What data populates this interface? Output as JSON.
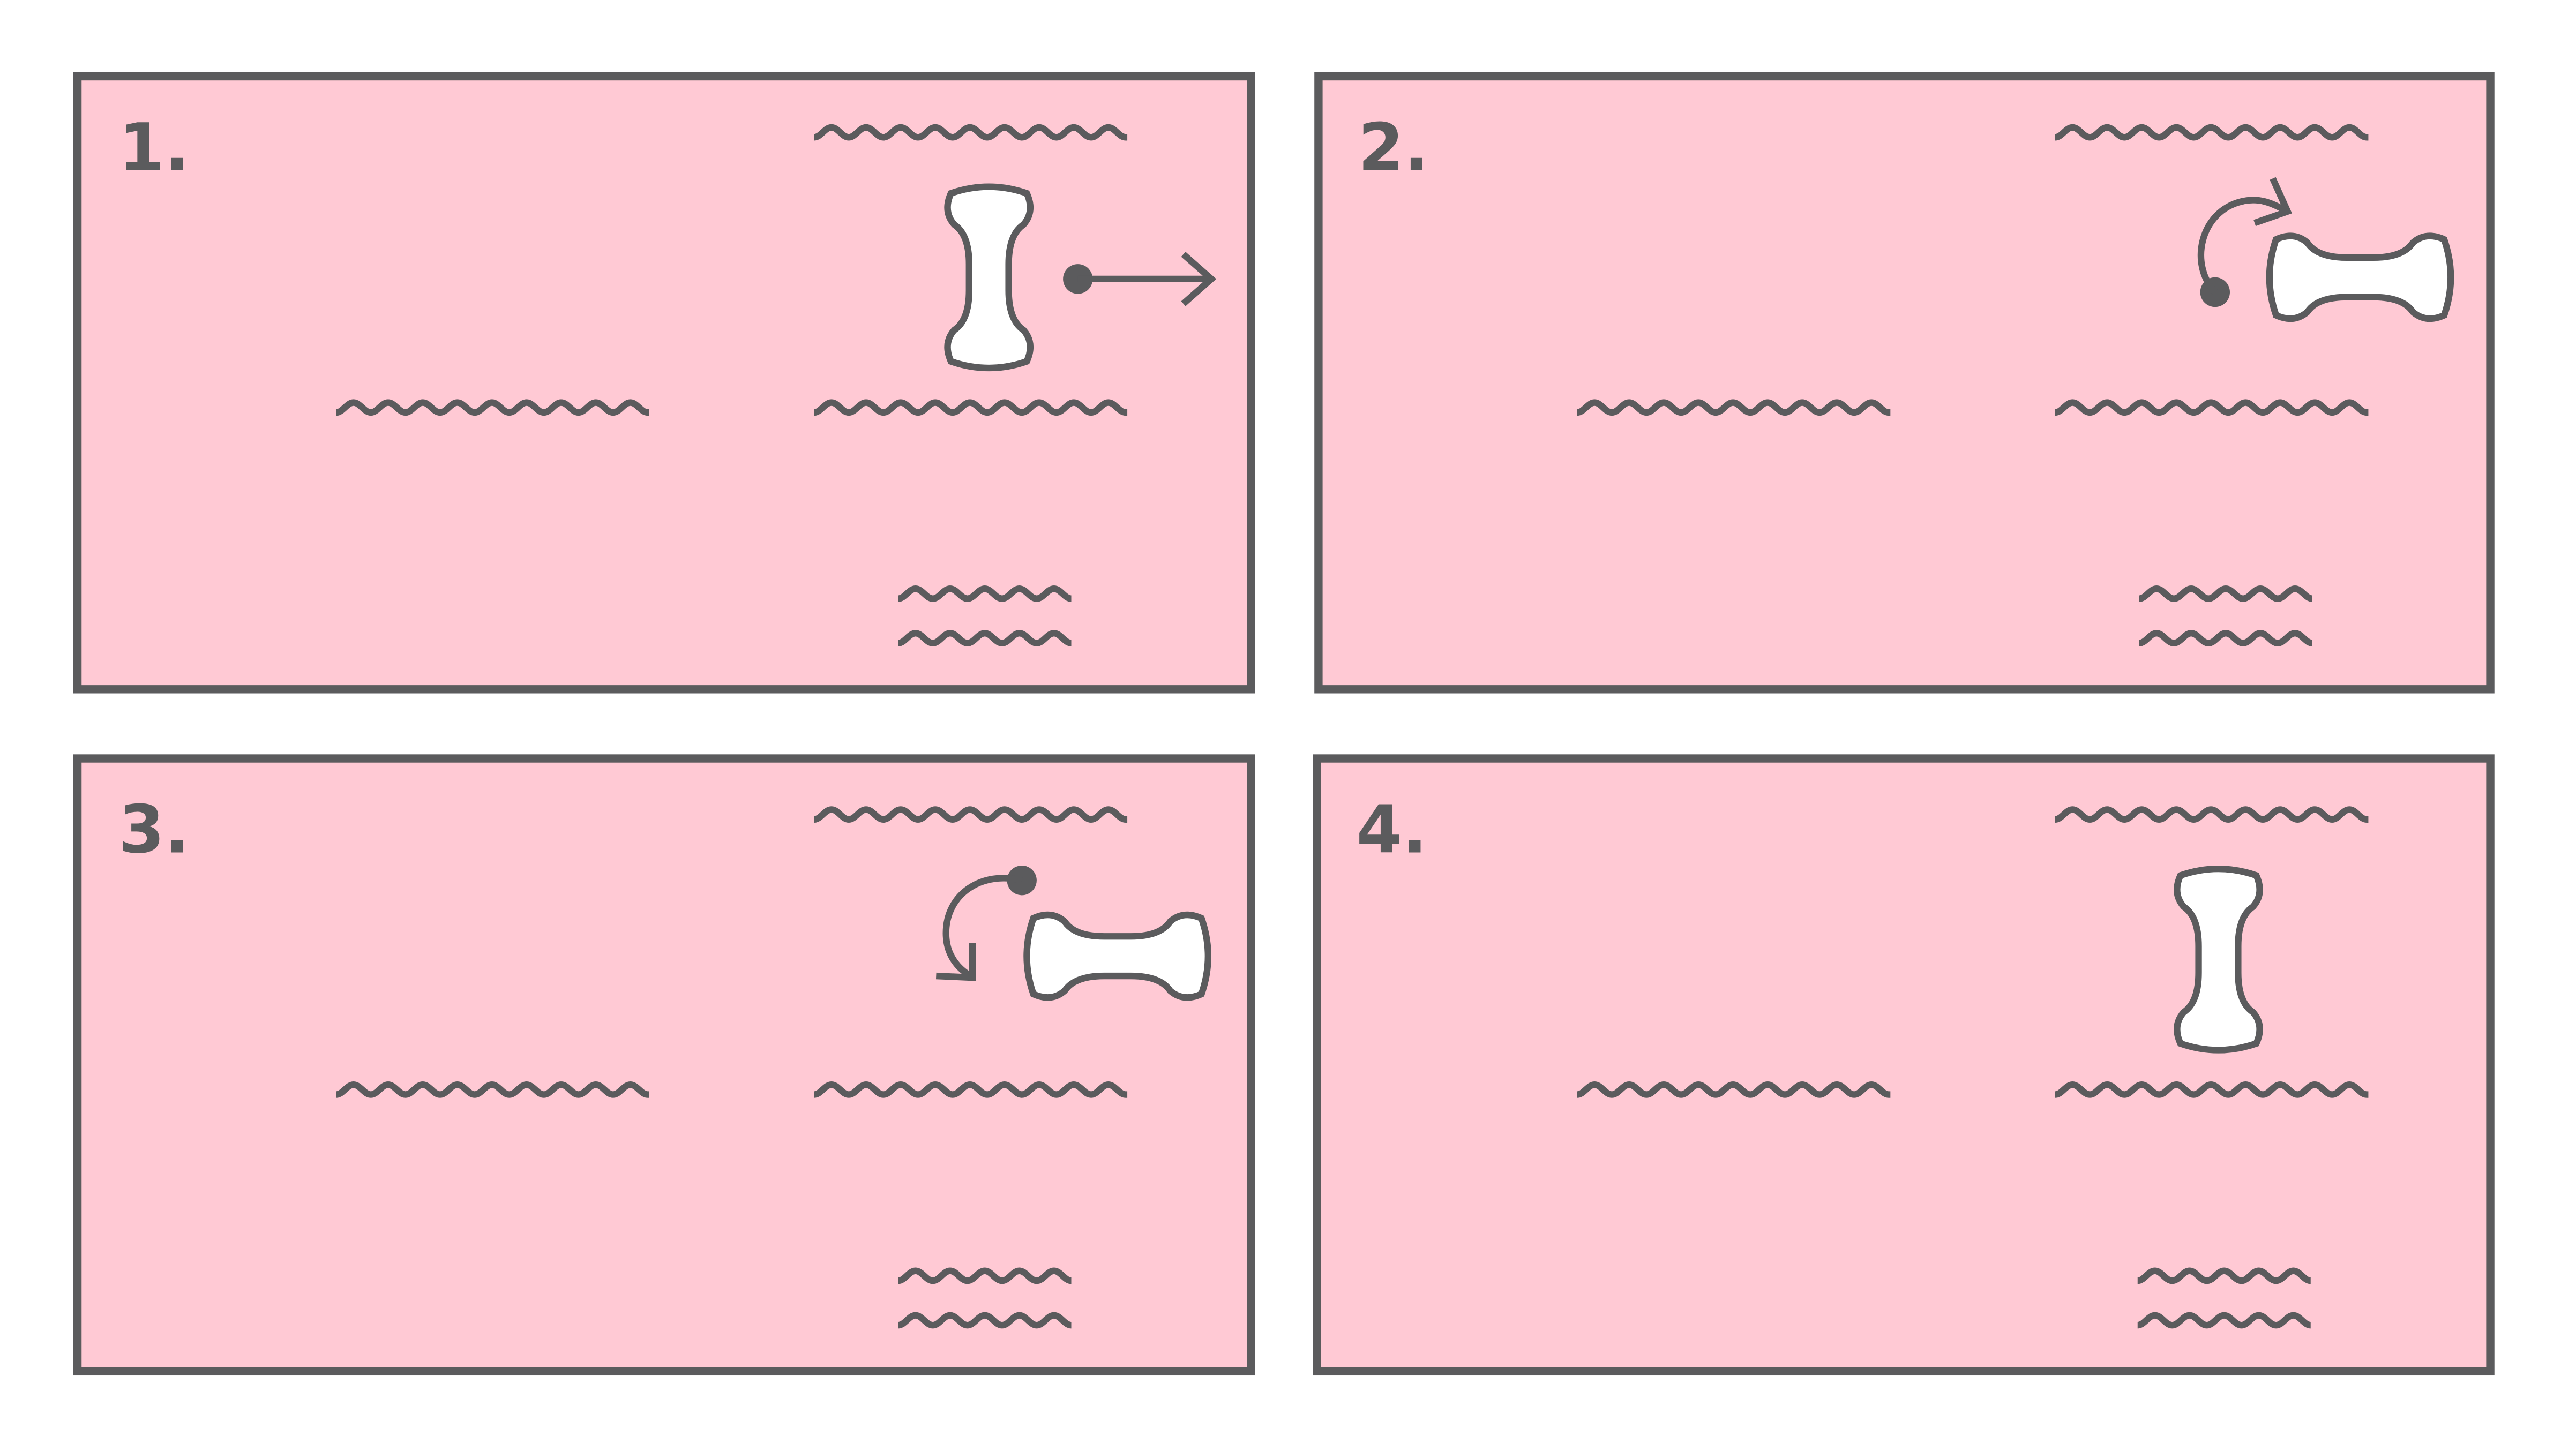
{
  "colors": {
    "panel_fill": "#ffc9d4",
    "stroke": "#5b5b5d",
    "page": "#ffffff",
    "shape_fill": "#ffffff"
  },
  "panels": [
    {
      "label": "1.",
      "arrow": "straight-right-arrow",
      "shape": "vertical"
    },
    {
      "label": "2.",
      "arrow": "clockwise-curved-arrow",
      "shape": "horizontal"
    },
    {
      "label": "3.",
      "arrow": "counterclockwise-curved-arrow",
      "shape": "horizontal"
    },
    {
      "label": "4.",
      "arrow": "none",
      "shape": "vertical"
    }
  ]
}
